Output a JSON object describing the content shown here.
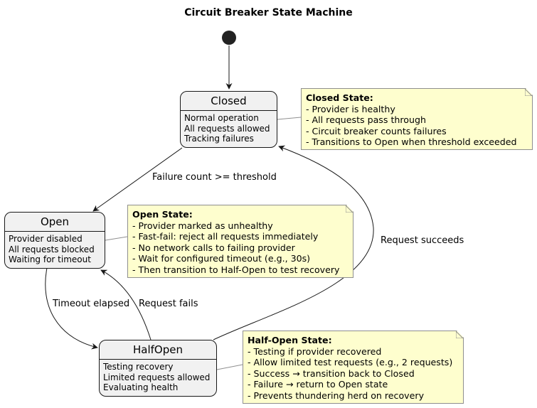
{
  "diagram": {
    "title": "Circuit Breaker State Machine",
    "states": {
      "closed": {
        "name": "Closed",
        "lines": [
          "Normal operation",
          "All requests allowed",
          "Tracking failures"
        ]
      },
      "open": {
        "name": "Open",
        "lines": [
          "Provider disabled",
          "All requests blocked",
          "Waiting for timeout"
        ]
      },
      "halfopen": {
        "name": "HalfOpen",
        "lines": [
          "Testing recovery",
          "Limited requests allowed",
          "Evaluating health"
        ]
      }
    },
    "transitions": {
      "closed_to_open": "Failure count >= threshold",
      "open_to_halfopen": "Timeout elapsed",
      "halfopen_to_open": "Request fails",
      "halfopen_to_closed": "Request succeeds"
    },
    "notes": {
      "closed": {
        "title": "Closed State:",
        "lines": [
          "- Provider is healthy",
          "- All requests pass through",
          "- Circuit breaker counts failures",
          "- Transitions to Open when threshold exceeded"
        ]
      },
      "open": {
        "title": "Open State:",
        "lines": [
          "- Provider marked as unhealthy",
          "- Fast-fail: reject all requests immediately",
          "- No network calls to failing provider",
          "- Wait for configured timeout (e.g., 30s)",
          "- Then transition to Half-Open to test recovery"
        ]
      },
      "halfopen": {
        "title": "Half-Open State:",
        "lines": [
          "- Testing if provider recovered",
          "- Allow limited test requests (e.g., 2 requests)",
          "- Success → transition back to Closed",
          "- Failure → return to Open state",
          "- Prevents thundering herd on recovery"
        ]
      }
    }
  }
}
